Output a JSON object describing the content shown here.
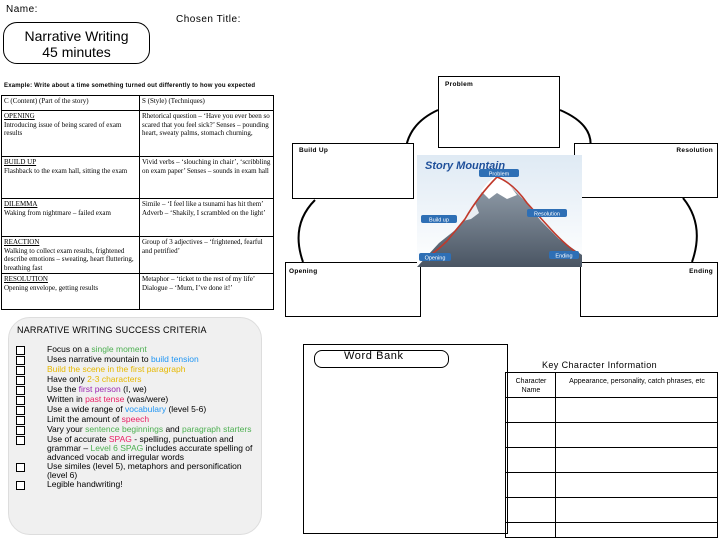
{
  "header": {
    "name_label": "Name:",
    "chosen_title_label": "Chosen Title:",
    "task_title": "Narrative Writing",
    "task_time": "45 minutes"
  },
  "example_prompt": "Example: Write about a time something turned out differently to how you expected",
  "plan_table": {
    "headers": [
      "C (Content) (Part of the story)",
      "S (Style) (Techniques)"
    ],
    "rows": [
      {
        "heading": "OPENING",
        "content": "Introducing issue of being scared of exam results",
        "style": "Rhetorical question – ‘Have you ever been so scared that you feel sick?’ Senses – pounding heart, sweaty palms, stomach churning,"
      },
      {
        "heading": "BUILD UP",
        "content": "Flashback to the exam hall, sitting the exam",
        "style": "Vivid verbs – ‘slouching in chair’, ‘scribbling on exam paper’ Senses – sounds in exam hall"
      },
      {
        "heading": "DILEMMA",
        "content": "Waking from nightmare – failed exam",
        "style": "Simile – ‘I feel like a tsunami has hit them’ Adverb – ‘Shakily, I scrambled on the light’"
      },
      {
        "heading": "REACTION",
        "content": "Walking to collect exam results, frightened describe emotions – sweating, heart fluttering, breathing fast",
        "style": "Group of 3 adjectives – ‘frightened, fearful and petrified’"
      },
      {
        "heading": "RESOLUTION",
        "content": "Opening envelope, getting results",
        "style": "Metaphor – ‘ticket to the rest of my life’ Dialogue – ‘Mum, I’ve done it!’"
      }
    ]
  },
  "mountain": {
    "labels": {
      "problem": "Problem",
      "build_up": "Build Up",
      "resolution": "Resolution",
      "opening": "Opening",
      "ending": "Ending"
    },
    "image": {
      "title": "Story Mountain",
      "problem": "Problem",
      "build_up": "Build up",
      "resolution": "Resolution",
      "opening": "Opening",
      "ending": "Ending"
    }
  },
  "success_criteria": {
    "title": "NARRATIVE WRITING SUCCESS CRITERIA",
    "items": [
      [
        {
          "t": "Focus on a "
        },
        {
          "t": "single moment",
          "c": "#4caf50"
        }
      ],
      [
        {
          "t": "Uses narrative mountain to "
        },
        {
          "t": "build tension",
          "c": "#2196f3"
        }
      ],
      [
        {
          "t": "Build the scene",
          "c": "#e6b800"
        },
        {
          "t": " in the first paragraph",
          "c": "#e6b800"
        }
      ],
      [
        {
          "t": "Have only "
        },
        {
          "t": "2-3 characters",
          "c": "#e6b800"
        }
      ],
      [
        {
          "t": "Use the "
        },
        {
          "t": "first person",
          "c": "#9c27b0"
        },
        {
          "t": " (I, we)"
        }
      ],
      [
        {
          "t": "Written in "
        },
        {
          "t": "past tense",
          "c": "#e91e63"
        },
        {
          "t": " (was/were)"
        }
      ],
      [
        {
          "t": "Use a wide range of "
        },
        {
          "t": "vocabulary",
          "c": "#2196f3"
        },
        {
          "t": " (level 5-6)"
        }
      ],
      [
        {
          "t": "Limit the amount of "
        },
        {
          "t": "speech",
          "c": "#e91e63"
        }
      ],
      [
        {
          "t": "Vary your "
        },
        {
          "t": "sentence beginnings",
          "c": "#4caf50"
        },
        {
          "t": " and "
        },
        {
          "t": "paragraph starters",
          "c": "#4caf50"
        }
      ],
      [
        {
          "t": "Use of accurate "
        },
        {
          "t": "SPAG",
          "c": "#e91e63"
        },
        {
          "t": " - spelling, punctuation and grammar – "
        },
        {
          "t": "Level 6 SPAG",
          "c": "#4caf50"
        },
        {
          "t": " includes accurate spelling of advanced vocab and irregular words"
        }
      ],
      [
        {
          "t": "Use similes (level 5), metaphors and personification (level 6)"
        }
      ],
      [
        {
          "t": "Legible handwriting!"
        }
      ]
    ]
  },
  "word_bank": {
    "title": "Word Bank"
  },
  "key_characters": {
    "title": "Key Character Information",
    "col1": "Character Name",
    "col2": "Appearance, personality, catch phrases, etc"
  }
}
